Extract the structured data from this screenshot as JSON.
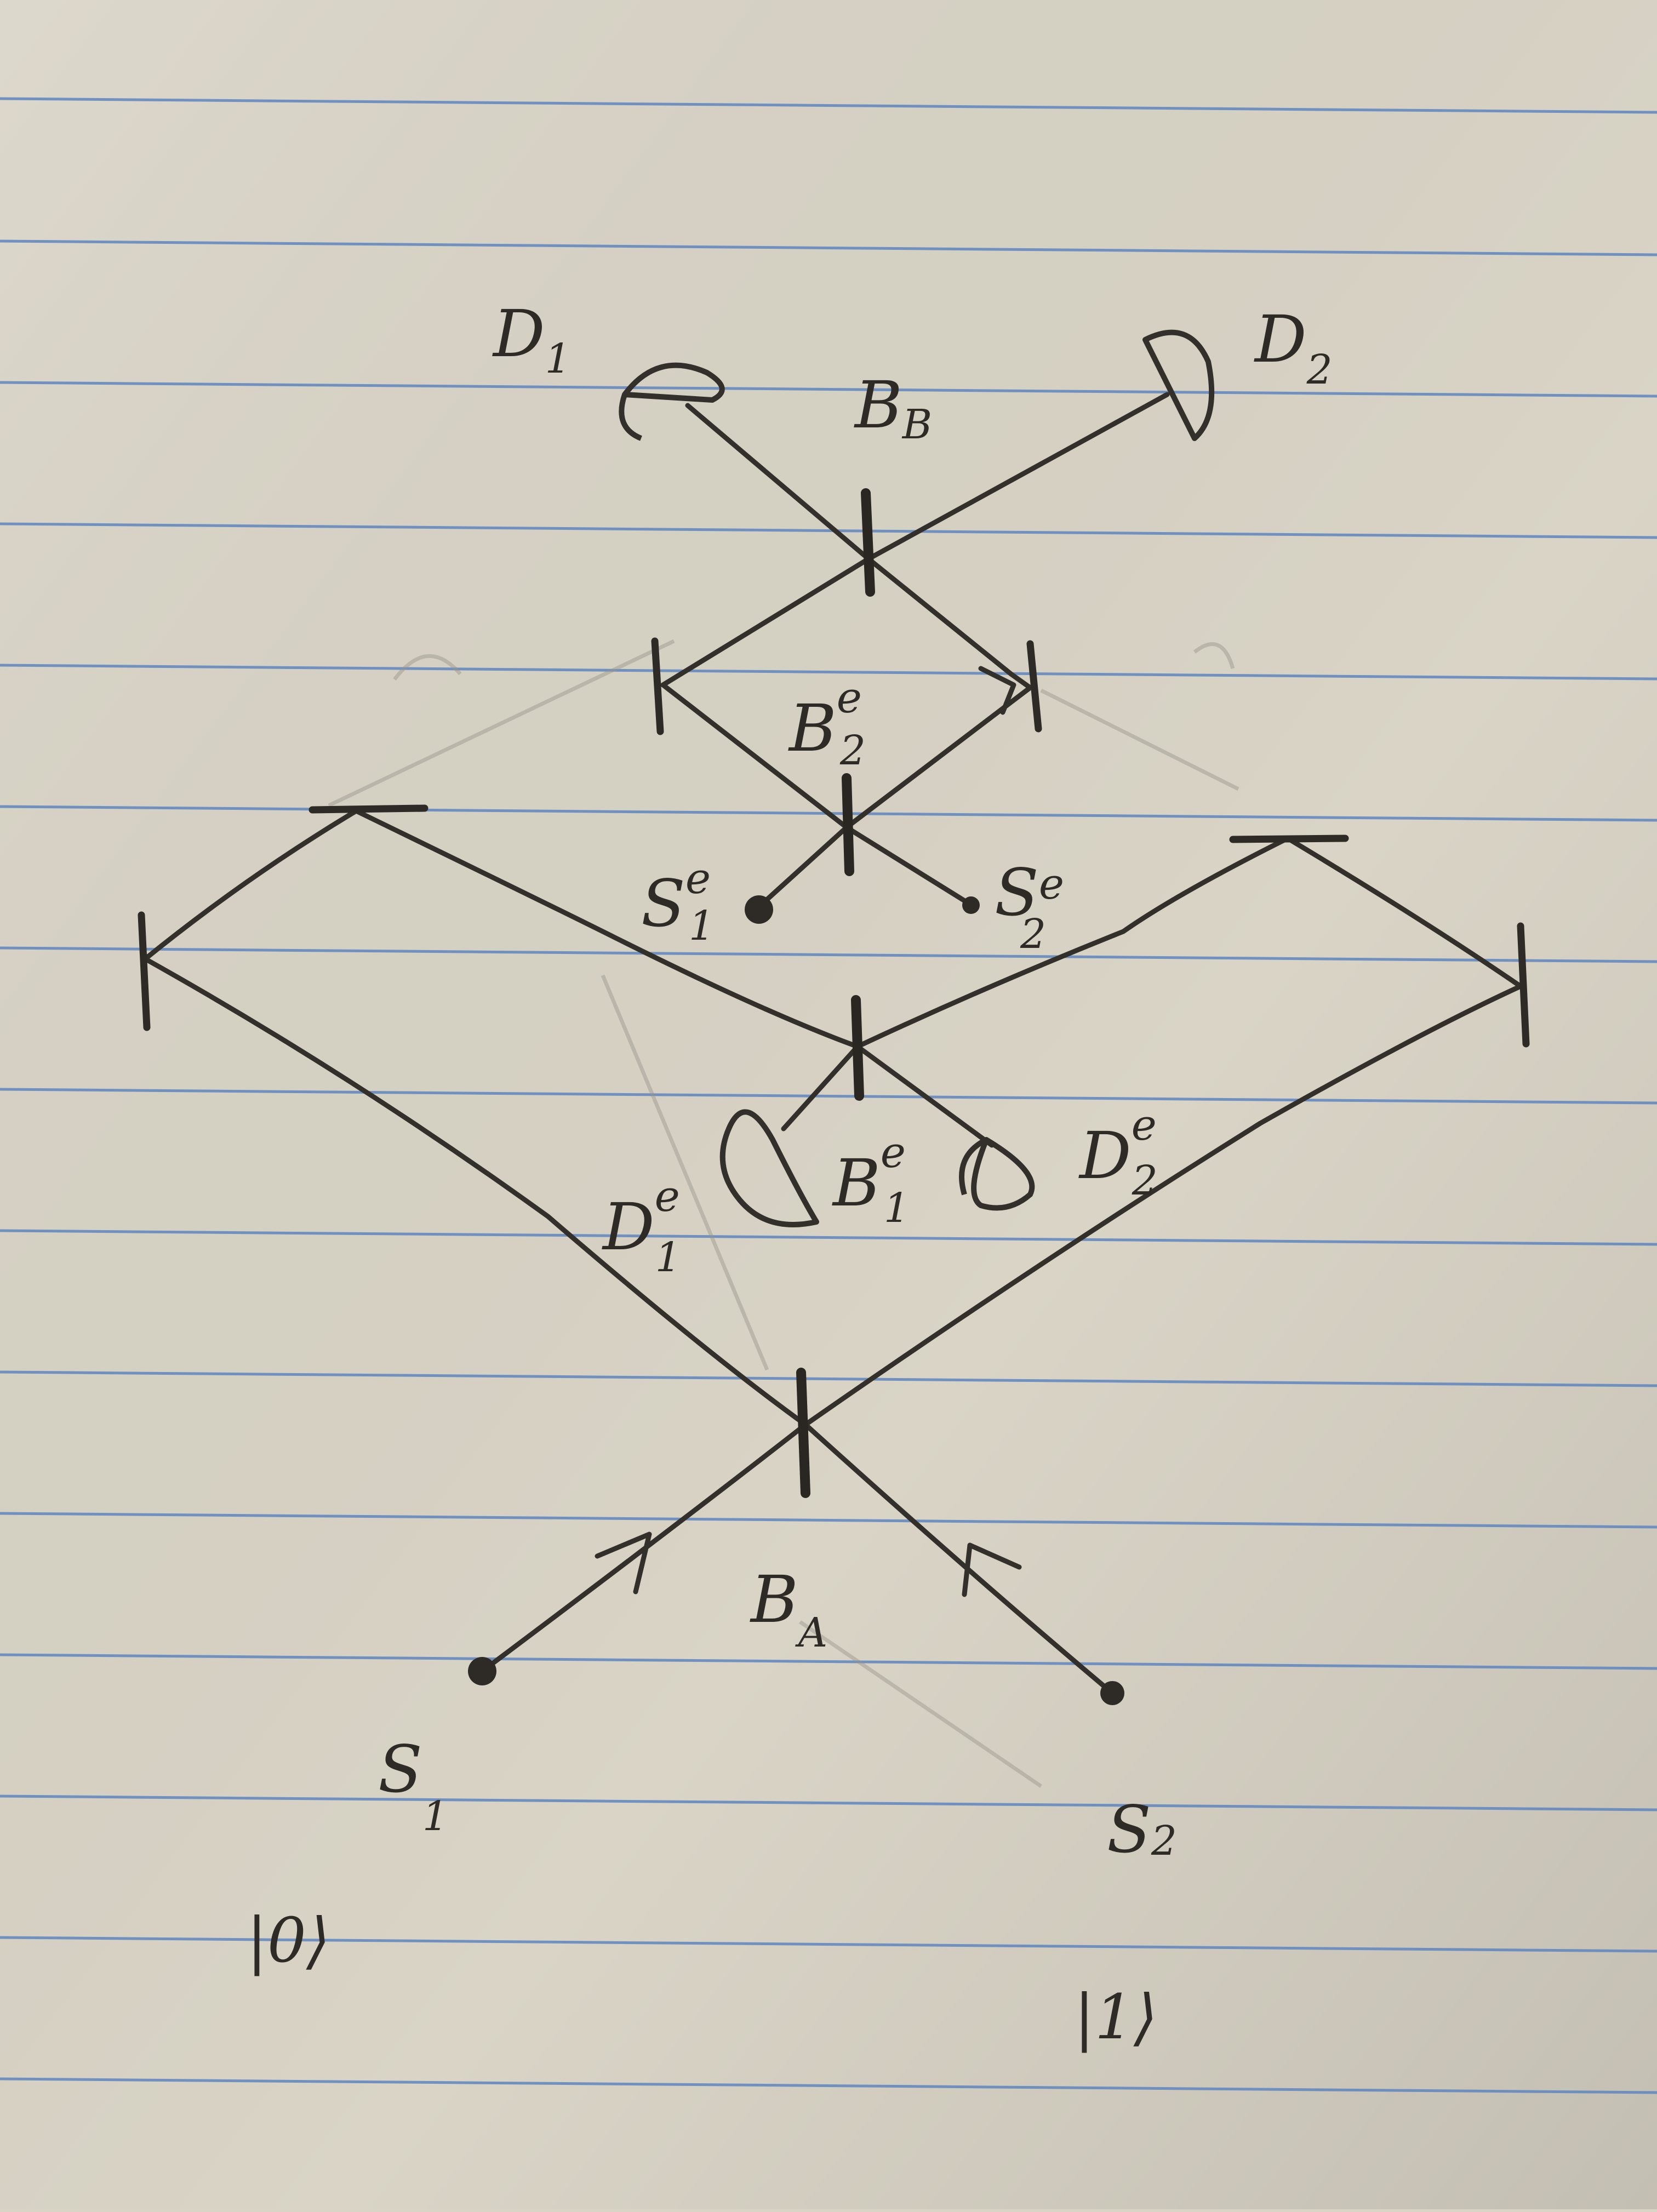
{
  "diagram": {
    "paper_color": "#d9d4c6",
    "rule_color": "#5f86bf",
    "ink_color": "#2e2b27",
    "labels": {
      "d1": {
        "main": "D",
        "sub": "1"
      },
      "d2": {
        "main": "D",
        "sub": "2"
      },
      "bb": {
        "main": "B",
        "sub": "B"
      },
      "be2": {
        "main": "B",
        "sup": "e",
        "sub": "2"
      },
      "se1": {
        "main": "S",
        "sup": "e",
        "sub": "1"
      },
      "se2": {
        "main": "S",
        "sup": "e",
        "sub": "2"
      },
      "de1": {
        "main": "D",
        "sup": "e",
        "sub": "1"
      },
      "de2": {
        "main": "D",
        "sup": "e",
        "sub": "2"
      },
      "be1": {
        "main": "B",
        "sup": "e",
        "sub": "1"
      },
      "ba": {
        "main": "B",
        "sub": "A"
      },
      "s1": {
        "main": "S",
        "sub": "1"
      },
      "s2": {
        "main": "S",
        "sub": "2"
      },
      "ket0": "|0⟩",
      "ket1": "|1⟩"
    }
  }
}
